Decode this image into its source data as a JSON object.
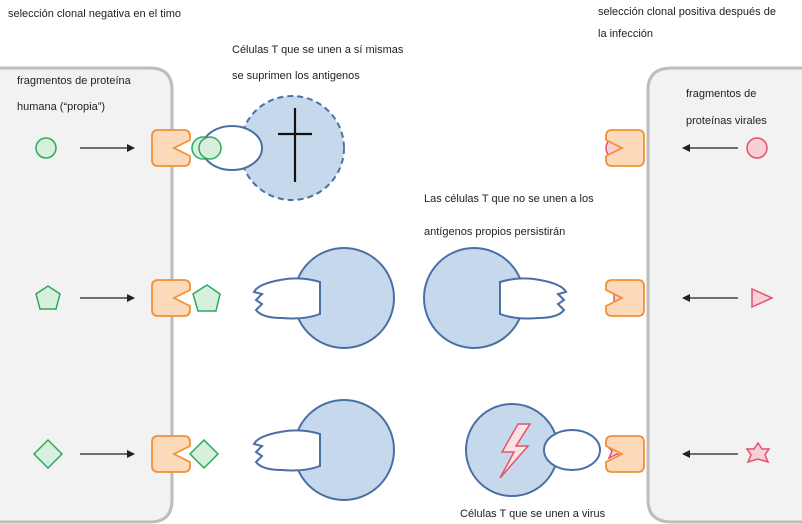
{
  "labels": {
    "negative_title": "selección clonal negativa en el timo",
    "positive_title_line1": "selección clonal positiva después de",
    "positive_title_line2": "la infección",
    "self_bind_line1": "Células T que se unen a sí mismas",
    "self_bind_line2": "se suprimen los antigenos",
    "human_frag_line1": "fragmentos de proteína",
    "human_frag_line2": "humana (“propia”)",
    "viral_frag_line1": "fragmentos de",
    "viral_frag_line2": "proteínas virales",
    "persist_line1": "Las células T que no se unen a los",
    "persist_line2": "antígenos propios persistirán",
    "virus_bind": "Células T que se unen a virus"
  },
  "colors": {
    "cell_fill": "#c6d9ec",
    "cell_stroke": "#4a6fa5",
    "self_antigen_fill": "#d6f0dd",
    "self_antigen_stroke": "#2ea85a",
    "viral_antigen_fill": "#f9cfd6",
    "viral_antigen_stroke": "#e0546c",
    "receptor_fill": "#fcd9b8",
    "receptor_stroke": "#f0913a",
    "panel_fill": "#f2f2f2",
    "panel_stroke": "#bdbdbd"
  },
  "icons": {
    "self_antigens": [
      "circle",
      "pentagon",
      "diamond"
    ],
    "viral_antigens": [
      "circle",
      "triangle",
      "star"
    ],
    "suppressed_marker": "cross-icon",
    "activated_marker": "lightning-icon"
  }
}
